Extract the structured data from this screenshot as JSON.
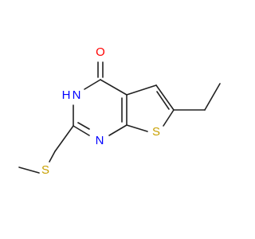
{
  "molecule": {
    "atoms": {
      "carbonyl_oxygen": "O",
      "nh_nitrogen": "N",
      "nh_hydrogen": "H",
      "ring_nitrogen": "N",
      "ring_sulfur": "S",
      "thioether_sulfur": "S"
    }
  },
  "colors": {
    "bond": "#222222",
    "oxygen": "#ff0000",
    "nitrogen": "#0000ff",
    "sulfur": "#c8a000"
  }
}
